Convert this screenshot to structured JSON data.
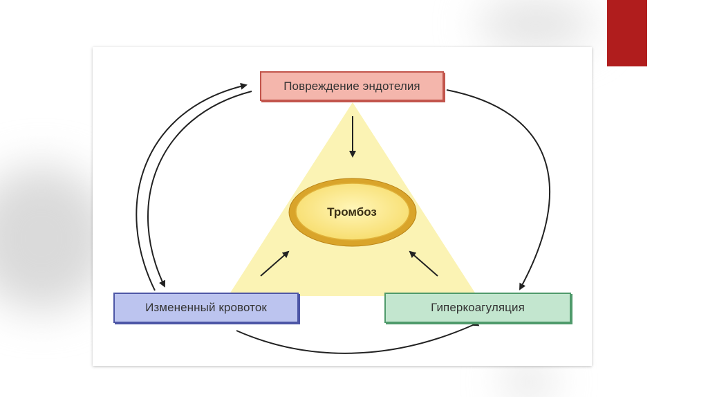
{
  "diagram": {
    "top_box": "Повреждение эндотелия",
    "left_box": "Измененный кровоток",
    "right_box": "Гиперкоагуляция",
    "center": "Тромбоз"
  },
  "colors": {
    "accent": "#b01d1d",
    "top_fill": "#f4b6ac",
    "top_border": "#c2554c",
    "left_fill": "#bcc4ef",
    "left_border": "#4d56a6",
    "right_fill": "#c3e6cf",
    "right_border": "#4f9a6b",
    "triangle": "#fbf3b4",
    "ellipse_outer": "#d9a42a",
    "ellipse_inner": "#fbe989"
  }
}
